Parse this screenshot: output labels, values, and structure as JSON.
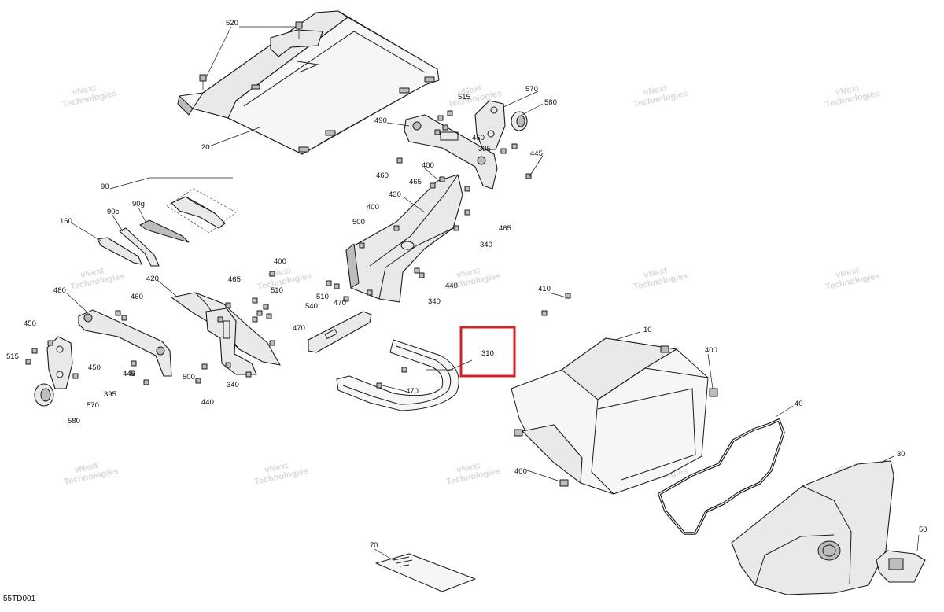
{
  "diagram": {
    "code": "55TD001",
    "watermark": {
      "line1": "vNext",
      "line2": "Technologies"
    },
    "highlight": {
      "label": "310"
    },
    "labels": [
      {
        "id": "520",
        "text": "520"
      },
      {
        "id": "20",
        "text": "20"
      },
      {
        "id": "515a",
        "text": "515"
      },
      {
        "id": "570a",
        "text": "570"
      },
      {
        "id": "580a",
        "text": "580"
      },
      {
        "id": "490",
        "text": "490"
      },
      {
        "id": "450a",
        "text": "450"
      },
      {
        "id": "395a",
        "text": "395"
      },
      {
        "id": "445a",
        "text": "445"
      },
      {
        "id": "460a",
        "text": "460"
      },
      {
        "id": "400a",
        "text": "400"
      },
      {
        "id": "465a",
        "text": "465"
      },
      {
        "id": "430",
        "text": "430"
      },
      {
        "id": "400b",
        "text": "400"
      },
      {
        "id": "465b",
        "text": "465"
      },
      {
        "id": "500a",
        "text": "500"
      },
      {
        "id": "340a",
        "text": "340"
      },
      {
        "id": "90",
        "text": "90"
      },
      {
        "id": "90c",
        "text": "90c"
      },
      {
        "id": "90g",
        "text": "90g"
      },
      {
        "id": "160",
        "text": "160"
      },
      {
        "id": "400c",
        "text": "400"
      },
      {
        "id": "420",
        "text": "420"
      },
      {
        "id": "465c",
        "text": "465"
      },
      {
        "id": "510a",
        "text": "510"
      },
      {
        "id": "510b",
        "text": "510"
      },
      {
        "id": "470a",
        "text": "470"
      },
      {
        "id": "440a",
        "text": "440"
      },
      {
        "id": "340b",
        "text": "340"
      },
      {
        "id": "480",
        "text": "480"
      },
      {
        "id": "460b",
        "text": "460"
      },
      {
        "id": "450b",
        "text": "450"
      },
      {
        "id": "515b",
        "text": "515"
      },
      {
        "id": "450c",
        "text": "450"
      },
      {
        "id": "395b",
        "text": "395"
      },
      {
        "id": "570b",
        "text": "570"
      },
      {
        "id": "580b",
        "text": "580"
      },
      {
        "id": "445b",
        "text": "445"
      },
      {
        "id": "500b",
        "text": "500"
      },
      {
        "id": "440b",
        "text": "440"
      },
      {
        "id": "340c",
        "text": "340"
      },
      {
        "id": "470b",
        "text": "470"
      },
      {
        "id": "540",
        "text": "540"
      },
      {
        "id": "470c",
        "text": "470"
      },
      {
        "id": "410",
        "text": "410"
      },
      {
        "id": "10",
        "text": "10"
      },
      {
        "id": "400d",
        "text": "400"
      },
      {
        "id": "40",
        "text": "40"
      },
      {
        "id": "400e",
        "text": "400"
      },
      {
        "id": "30",
        "text": "30"
      },
      {
        "id": "50",
        "text": "50"
      },
      {
        "id": "70",
        "text": "70"
      }
    ]
  }
}
